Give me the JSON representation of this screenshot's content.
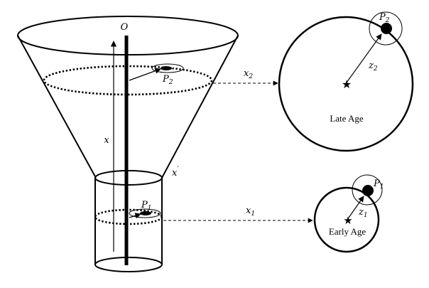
{
  "labels": {
    "origin": "O",
    "axis_x": "x",
    "axis_x_prime": "x",
    "prime_mark": "′",
    "p2": {
      "main": "P",
      "sub": "2"
    },
    "p1": {
      "main": "P",
      "sub": "1"
    },
    "x2": {
      "main": "x",
      "sub": "2"
    },
    "x1": {
      "main": "x",
      "sub": "1"
    },
    "z2": {
      "main": "z",
      "sub": "2"
    },
    "z1": {
      "main": "z",
      "sub": "1"
    }
  },
  "captions": {
    "late_age": "Late Age",
    "early_age": "Early Age"
  },
  "colors": {
    "stroke": "#000000",
    "background": "#ffffff"
  },
  "icons": {
    "center_marker": "star-icon"
  }
}
